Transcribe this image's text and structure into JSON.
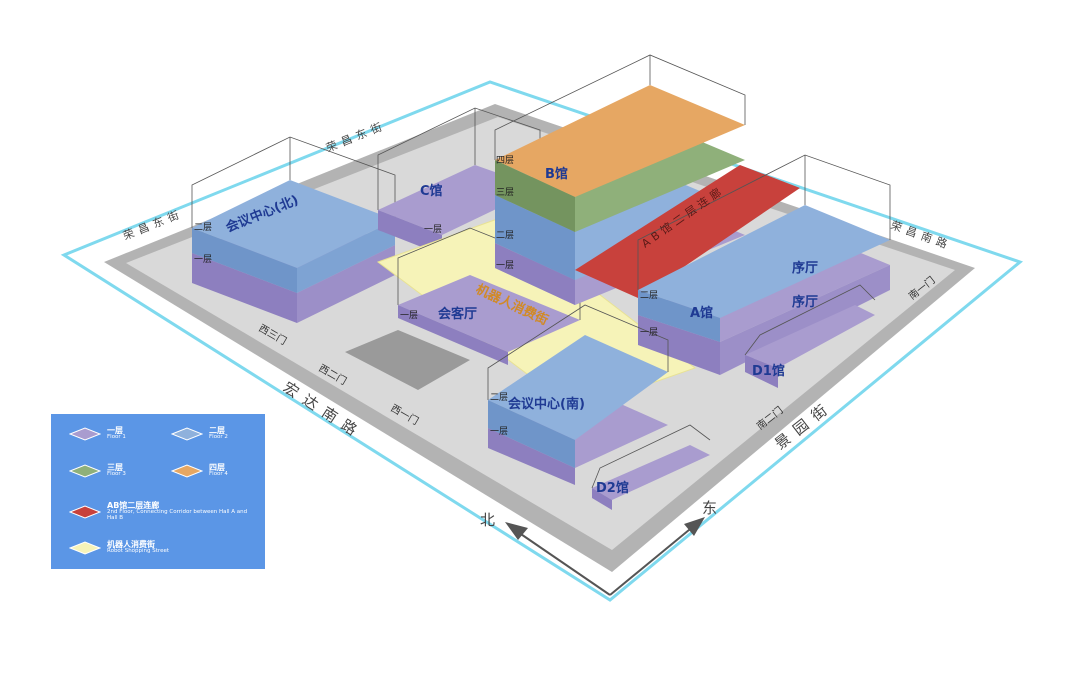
{
  "colors": {
    "floor1": "#a99ccf",
    "floor2": "#8fb1dc",
    "floor3": "#8fb07a",
    "floor4": "#e6a763",
    "corridor": "#c8413c",
    "street": "#f6f3b8",
    "legend_bg": "#5b96e6",
    "border": "#7fd9ee"
  },
  "halls": {
    "hall_a": "A馆",
    "hall_b": "B馆",
    "hall_c": "C馆",
    "hall_d1": "D1馆",
    "hall_d2": "D2馆",
    "conf_north": "会议中心(北)",
    "conf_south": "会议中心(南)",
    "reception": "会客厅",
    "prelude_upper": "序厅",
    "prelude_lower": "序厅",
    "corridor_label": "AB馆二层连廊",
    "street_label": "机器人消费街"
  },
  "floor_tags": {
    "f1": "一层",
    "f2": "二层",
    "f3": "三层",
    "f4": "四层"
  },
  "roads": {
    "west": "宏达南路",
    "north_left": "荣昌东街",
    "north_right": "荣昌东街",
    "east": "景园街",
    "northeast": "荣昌南路"
  },
  "gates": {
    "west1": "西一门",
    "west2": "西二门",
    "west3": "西三门",
    "south2": "南二门",
    "south1": "南一门"
  },
  "compass": {
    "north": "北",
    "east": "东"
  },
  "legend": {
    "items": [
      {
        "cn": "一层",
        "en": "Floor 1",
        "color_key": "floor1"
      },
      {
        "cn": "二层",
        "en": "Floor 2",
        "color_key": "floor2"
      },
      {
        "cn": "三层",
        "en": "Floor 3",
        "color_key": "floor3"
      },
      {
        "cn": "四层",
        "en": "Floor 4",
        "color_key": "floor4"
      },
      {
        "cn": "AB馆二层连廊",
        "en": "2nd Floor, Connecting Corridor between Hall A and Hall B",
        "color_key": "corridor"
      },
      {
        "cn": "机器人消费街",
        "en": "Robot Shopping Street",
        "color_key": "street"
      }
    ]
  }
}
